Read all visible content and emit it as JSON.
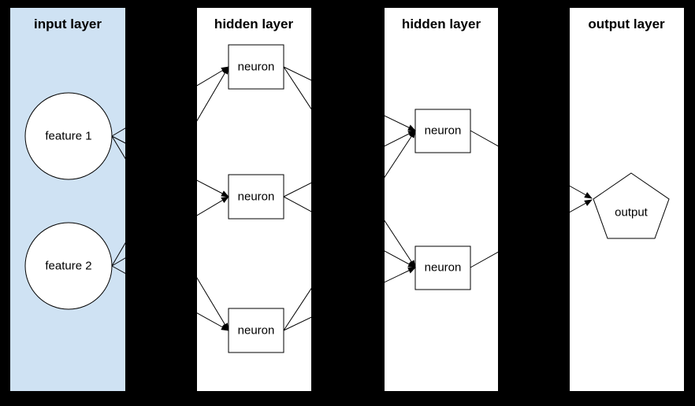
{
  "diagram": {
    "type": "neural-network-architecture",
    "colors": {
      "background": "#000000",
      "input_panel": "#cfe2f3",
      "panel": "#ffffff",
      "stroke": "#000000"
    },
    "layers": [
      {
        "title": "input layer",
        "nodes": [
          {
            "label": "feature 1",
            "shape": "circle"
          },
          {
            "label": "feature 2",
            "shape": "circle"
          }
        ]
      },
      {
        "title": "hidden layer",
        "nodes": [
          {
            "label": "neuron",
            "shape": "rect"
          },
          {
            "label": "neuron",
            "shape": "rect"
          },
          {
            "label": "neuron",
            "shape": "rect"
          }
        ]
      },
      {
        "title": "hidden layer",
        "nodes": [
          {
            "label": "neuron",
            "shape": "rect"
          },
          {
            "label": "neuron",
            "shape": "rect"
          }
        ]
      },
      {
        "title": "output layer",
        "nodes": [
          {
            "label": "output",
            "shape": "pentagon"
          }
        ]
      }
    ],
    "connections": [
      {
        "from": "input/feature 1",
        "to": "hidden1/neuron 1"
      },
      {
        "from": "input/feature 1",
        "to": "hidden1/neuron 2"
      },
      {
        "from": "input/feature 1",
        "to": "hidden1/neuron 3"
      },
      {
        "from": "input/feature 2",
        "to": "hidden1/neuron 1"
      },
      {
        "from": "input/feature 2",
        "to": "hidden1/neuron 2"
      },
      {
        "from": "input/feature 2",
        "to": "hidden1/neuron 3"
      },
      {
        "from": "hidden1/neuron 1",
        "to": "hidden2/neuron 1"
      },
      {
        "from": "hidden1/neuron 1",
        "to": "hidden2/neuron 2"
      },
      {
        "from": "hidden1/neuron 2",
        "to": "hidden2/neuron 1"
      },
      {
        "from": "hidden1/neuron 2",
        "to": "hidden2/neuron 2"
      },
      {
        "from": "hidden1/neuron 3",
        "to": "hidden2/neuron 1"
      },
      {
        "from": "hidden1/neuron 3",
        "to": "hidden2/neuron 2"
      },
      {
        "from": "hidden2/neuron 1",
        "to": "output/output"
      },
      {
        "from": "hidden2/neuron 2",
        "to": "output/output"
      }
    ]
  }
}
